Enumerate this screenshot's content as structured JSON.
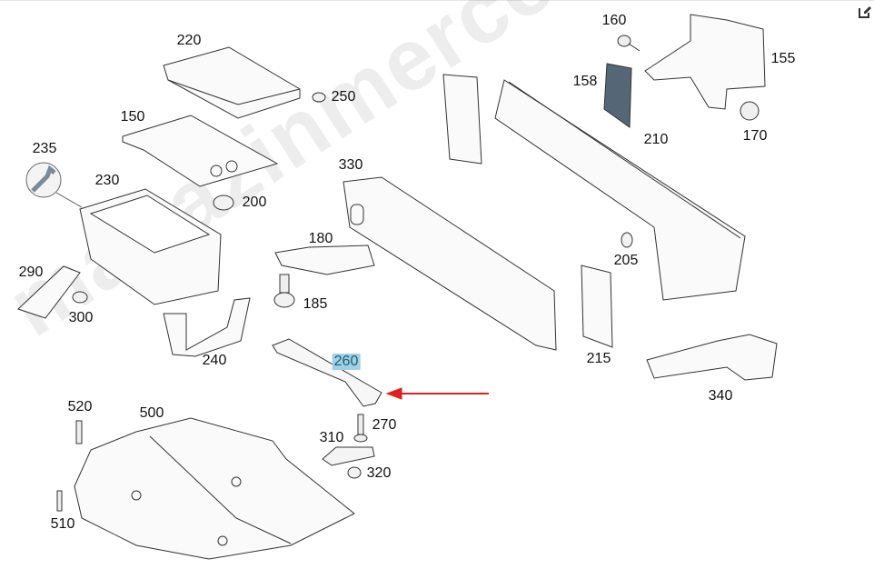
{
  "diagram": {
    "watermark": "magazinmercedes.ru",
    "highlighted_part": "260",
    "accent_color": "#e02020",
    "highlight_color": "#9fd0e3",
    "labels": {
      "p220": "220",
      "p250": "250",
      "p150": "150",
      "p235": "235",
      "p230": "230",
      "p200": "200",
      "p330": "330",
      "p180": "180",
      "p290": "290",
      "p300": "300",
      "p185": "185",
      "p240": "240",
      "p260": "260",
      "p270": "270",
      "p310": "310",
      "p320": "320",
      "p520": "520",
      "p500": "500",
      "p510": "510",
      "p160": "160",
      "p158": "158",
      "p210": "210",
      "p155": "155",
      "p170": "170",
      "p205": "205",
      "p215": "215",
      "p340": "340"
    }
  },
  "toolbar": {
    "edit_icon": "edit-icon"
  }
}
